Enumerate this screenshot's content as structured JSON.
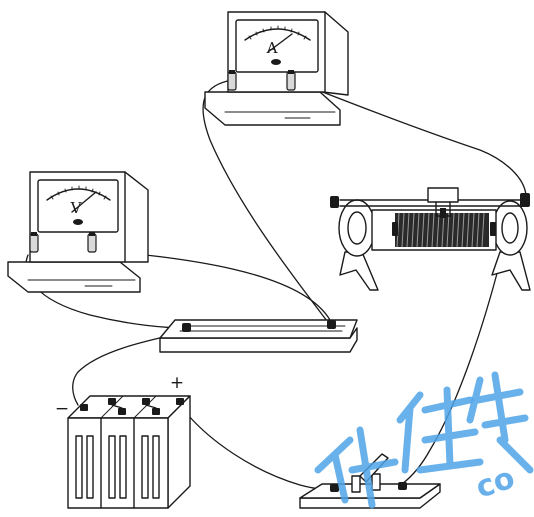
{
  "ammeter": {
    "letter": "A"
  },
  "voltmeter": {
    "letter": "V"
  },
  "battery": {
    "positive_sign": "+",
    "negative_sign": "−"
  },
  "watermark": {
    "text": "co"
  },
  "colors": {
    "ink": "#1a1a1a",
    "watermark": "#4fa3e8"
  }
}
